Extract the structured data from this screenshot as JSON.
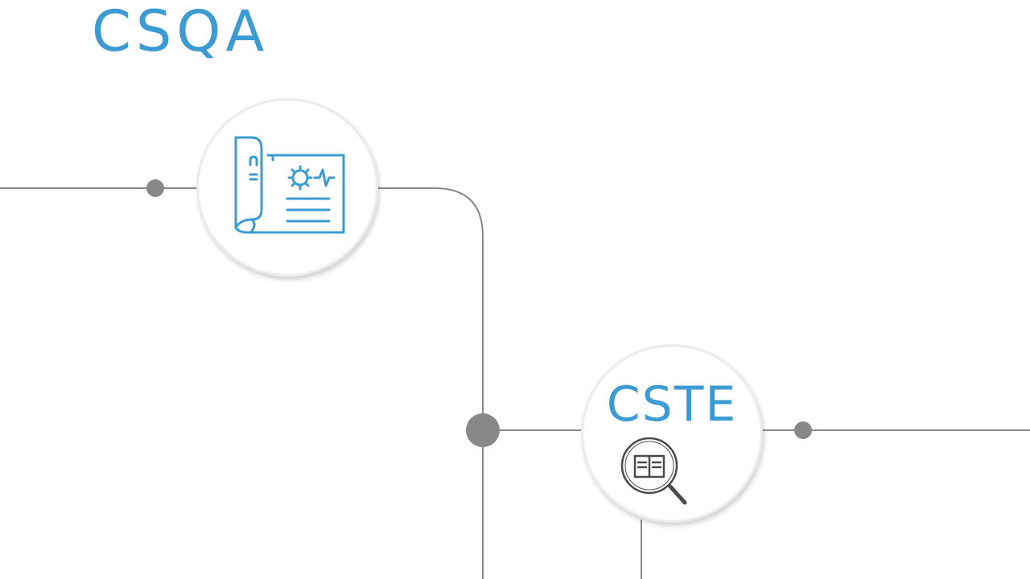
{
  "diagram": {
    "title": "CSQA",
    "nodes": [
      {
        "id": "csqa",
        "label": "",
        "icon": "publication-icon"
      },
      {
        "id": "cste",
        "label": "CSTE",
        "icon": "magnifier-book-icon"
      }
    ]
  },
  "colors": {
    "accent": "#3d9bd3",
    "line": "#8a8a8a",
    "dot": "#888888",
    "icon_dark": "#4a4a4a"
  }
}
